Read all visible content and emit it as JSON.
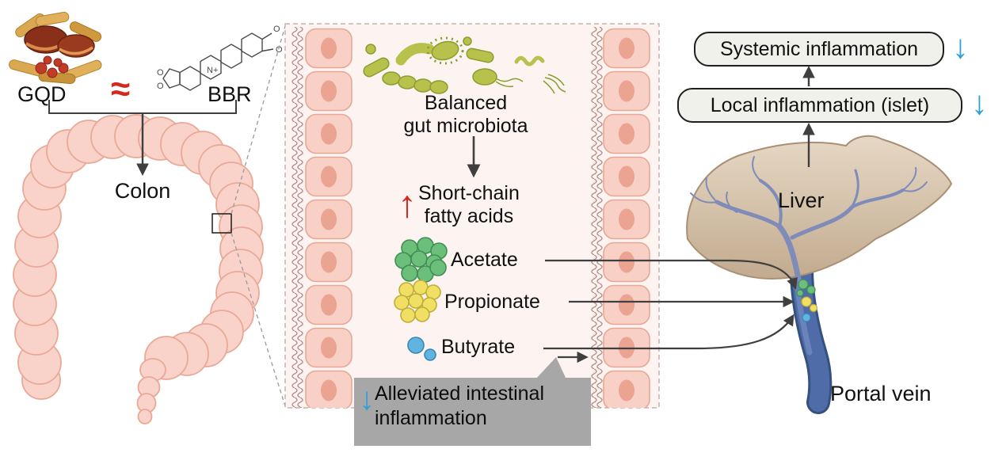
{
  "left_panel": {
    "gqd_label": "GQD",
    "approx_symbol": "≈",
    "bbr_label": "BBR",
    "colon_label": "Colon",
    "atom_o": "O",
    "atom_n": "N+"
  },
  "gut_panel": {
    "microbiota_label": "Balanced\ngut microbiota",
    "scfa_up_arrow": "↑",
    "scfa_label": "Short-chain\nfatty acids",
    "acetate_label": "Acetate",
    "propionate_label": "Propionate",
    "butyrate_label": "Butyrate",
    "inflammation_down_arrow": "↓",
    "inflammation_label": "Alleviated intestinal\ninflammation"
  },
  "right_panel": {
    "systemic_box_label": "Systemic inflammation",
    "systemic_down_arrow": "↓",
    "local_box_label": "Local inflammation (islet)",
    "local_down_arrow": "↓",
    "liver_label": "Liver",
    "portal_vein_label": "Portal vein"
  },
  "colors": {
    "acetate_green": "#6cbf7a",
    "propionate_yellow": "#f0df63",
    "butyrate_blue": "#62b4e0",
    "decrease_blue": "#2f9fd8",
    "increase_red": "#d42a1e",
    "epithelium_pink": "#f8d0c6",
    "bacteria_olive": "#b6c24c",
    "colon_pink": "#f9d3ca",
    "liver_tan": "#d5c3ab",
    "vein_blue": "#4f6ca8"
  }
}
